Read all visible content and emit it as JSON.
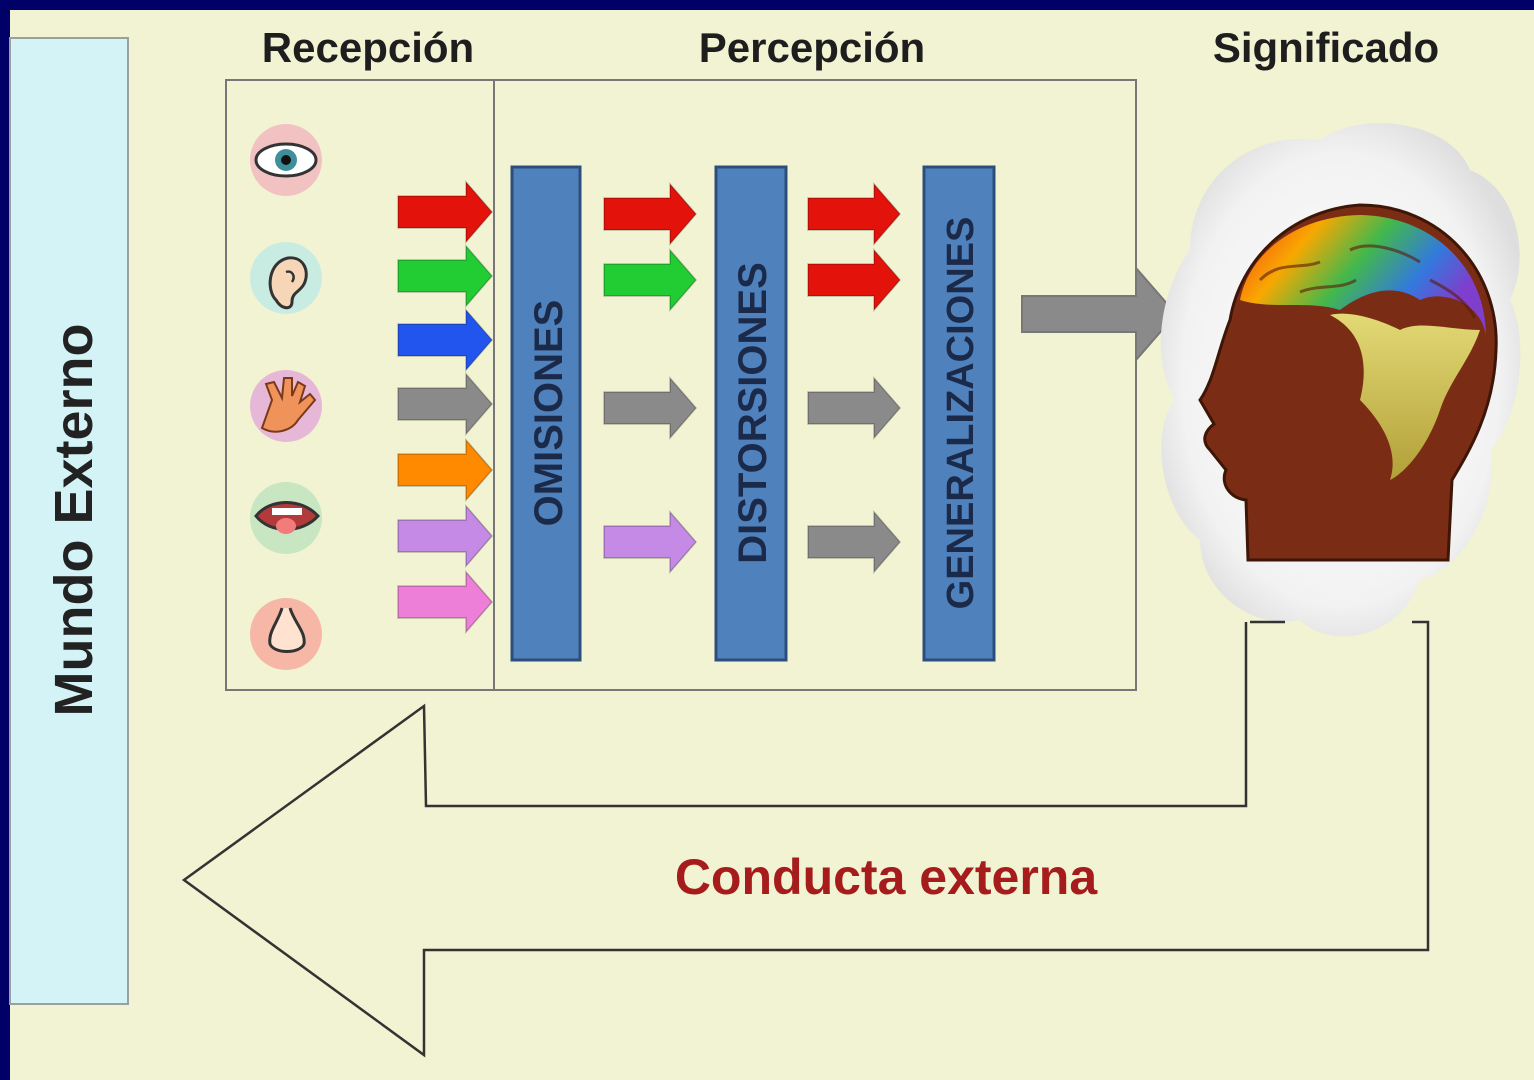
{
  "diagram": {
    "external_world_label": "Mundo Externo",
    "stage_titles": {
      "reception": "Recepción",
      "perception": "Percepción",
      "meaning": "Significado"
    },
    "filters": {
      "omissions": "OMISIONES",
      "distortions": "DISTORSIONES",
      "generalizations": "GENERALIZACIONES"
    },
    "senses": [
      {
        "name": "eye",
        "icon": "eye-icon"
      },
      {
        "name": "ear",
        "icon": "ear-icon"
      },
      {
        "name": "hand",
        "icon": "hand-icon"
      },
      {
        "name": "mouth",
        "icon": "mouth-icon"
      },
      {
        "name": "nose",
        "icon": "nose-icon"
      }
    ],
    "arrow_colors": {
      "red": "#e3120b",
      "green": "#22cc33",
      "blue": "#2255ee",
      "gray": "#8a8a8a",
      "orange": "#ff8a00",
      "lilac": "#c48ae6",
      "pink": "#ee7fd8"
    },
    "head_icon": "head-brain-icon",
    "return_label": "Conducta externa",
    "colors": {
      "background": "#000066",
      "panel": "#f1f3d2",
      "external_world_fill": "#d4f3f7",
      "filter_fill": "#4f81bd",
      "return_label": "#a61b1b"
    }
  }
}
